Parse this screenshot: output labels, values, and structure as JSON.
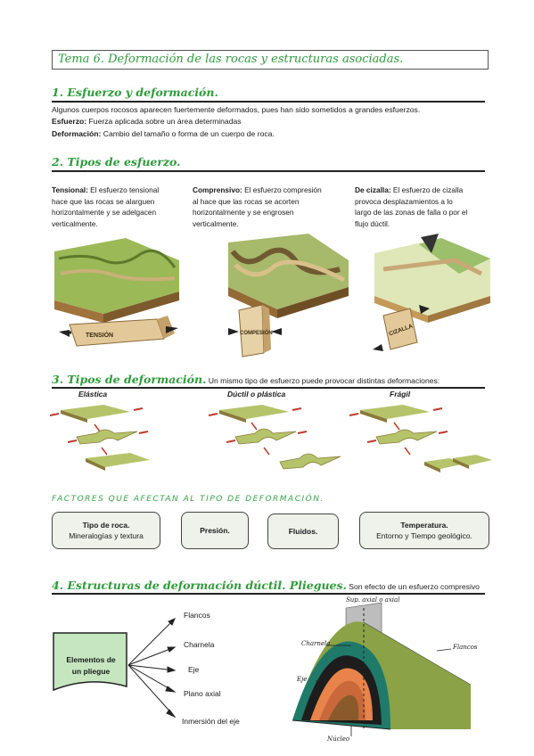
{
  "title": "Tema 6. Deformación de las rocas y estructuras asociadas.",
  "s1": {
    "heading": "1. Esfuerzo y deformación.",
    "intro": "Algunos cuerpos rocosos aparecen fuertemente deformados, pues han sido sometidos a grandes esfuerzos.",
    "def1_term": "Esfuerzo:",
    "def1_text": " Fuerza aplicada sobre un área determinadas",
    "def2_term": "Deformación:",
    "def2_text": " Cambio del tamaño o forma de un cuerpo de roca."
  },
  "s2": {
    "heading": "2. Tipos de esfuerzo.",
    "col1": {
      "term": "Tensional:",
      "l1": " El esfuerzo tensional",
      "l2": "hace que las rocas se alarguen",
      "l3": "horizontalmente y se adelgacen",
      "l4": "verticalmente.",
      "block_label": "TENSIÓN"
    },
    "col2": {
      "term": "Comprensivo:",
      "l1": " El esfuerzo compresión",
      "l2": "al hace que las rocas se acorten",
      "l3": "horizontalmente y se engrosen",
      "l4": "verticalmente.",
      "block_label": "COMPESIÓN"
    },
    "col3": {
      "term": "De cizalla:",
      "l1": " El esfuerzo de cizalla",
      "l2": "provoca desplazamientos a lo",
      "l3": "largo de las zonas de falla o por el",
      "l4": "flujo dúctil.",
      "block_label": "CIZALLA"
    }
  },
  "s3": {
    "heading": "3. Tipos de deformación.",
    "subtitle": " Un mismo tipo de esfuerzo puede provocar distintas deformaciones:",
    "cols": [
      "Elástica",
      "Dúctil o plástica",
      "Frágil"
    ]
  },
  "factors": {
    "heading": "FACTORES QUE AFECTAN AL TIPO DE DEFORMACIÓN.",
    "items": [
      {
        "l1": "Tipo de roca.",
        "l2": "Mineralogías y textura"
      },
      {
        "l1": "Presión.",
        "l2": ""
      },
      {
        "l1": "Fluidos.",
        "l2": ""
      },
      {
        "l1": "Temperatura.",
        "l2": "Entorno y Tiempo geológico."
      }
    ]
  },
  "s4": {
    "heading": "4. Estructuras de deformación dúctil. Pliegues.",
    "subtitle": " Son efecto de un esfuerzo compresivo",
    "root_l1": "Elementos de",
    "root_l2": "un pliegue",
    "branches": [
      "Flancos",
      "Charnela",
      "Eje",
      "Plano axial",
      "Inmersión del eje"
    ],
    "diagram_labels": {
      "axial": "Sup. axial o axial",
      "charnela": "Charnela",
      "flancos": "Flancos",
      "eje": "Eje",
      "nucleo": "Núcleo"
    }
  },
  "colors": {
    "heading_green": "#2e9b3a",
    "rock_green": "#8aa84a",
    "arrow_red": "#c0392b"
  }
}
